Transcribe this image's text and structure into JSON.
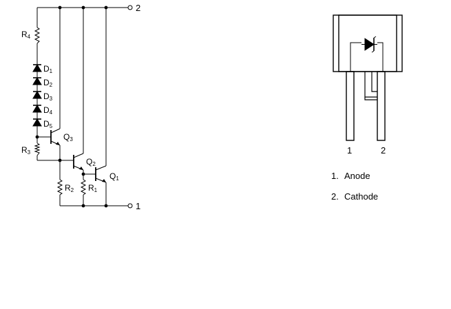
{
  "schematic": {
    "terminals": {
      "top": "2",
      "bottom": "1"
    },
    "resistors": [
      {
        "letter": "R",
        "index": "4"
      },
      {
        "letter": "R",
        "index": "3"
      },
      {
        "letter": "R",
        "index": "2"
      },
      {
        "letter": "R",
        "index": "1"
      }
    ],
    "diodes": [
      {
        "letter": "D",
        "index": "1"
      },
      {
        "letter": "D",
        "index": "2"
      },
      {
        "letter": "D",
        "index": "3"
      },
      {
        "letter": "D",
        "index": "4"
      },
      {
        "letter": "D",
        "index": "5"
      }
    ],
    "transistors": [
      {
        "letter": "Q",
        "index": "3"
      },
      {
        "letter": "Q",
        "index": "2"
      },
      {
        "letter": "Q",
        "index": "1"
      }
    ]
  },
  "package": {
    "pin_labels": [
      "1",
      "2"
    ]
  },
  "legend": [
    {
      "number": "1.",
      "name": "Anode"
    },
    {
      "number": "2.",
      "name": "Cathode"
    }
  ]
}
